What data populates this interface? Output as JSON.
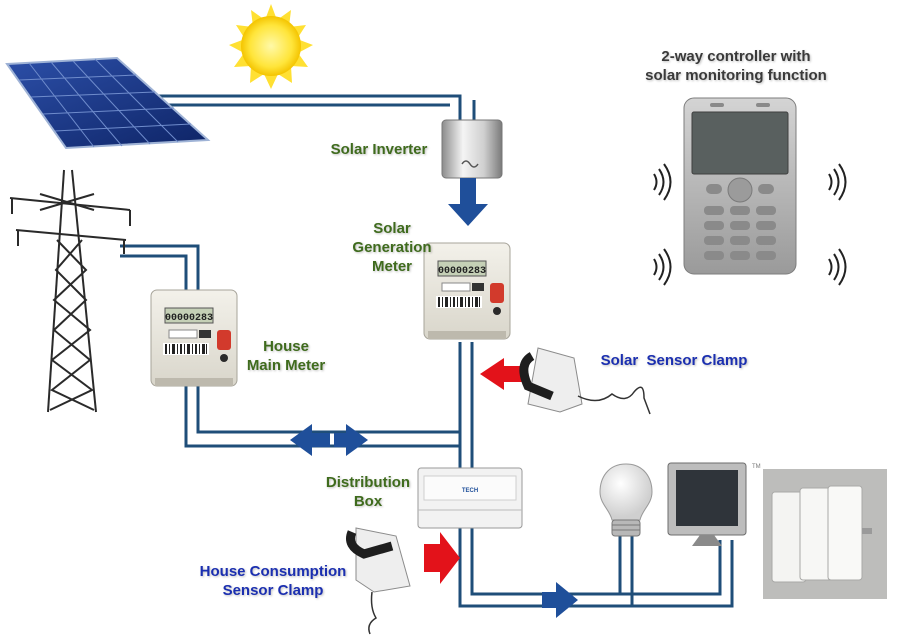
{
  "labels": {
    "controller": [
      "2-way controller with",
      "solar monitoring function"
    ],
    "solar_inverter": "Solar Inverter",
    "solar_generation_meter": [
      "Solar",
      "Generation",
      "Meter"
    ],
    "house_main_meter": [
      "House",
      "Main Meter"
    ],
    "solar_sensor_clamp": "Solar  Sensor Clamp",
    "distribution_box": [
      "Distribution",
      "Box"
    ],
    "house_consumption_clamp": [
      "House Consumption",
      "Sensor Clamp"
    ]
  },
  "meter_display": "00000283",
  "distribution_box_brand": "TECH",
  "tv_mark": "TM",
  "colors": {
    "wire": "#1f4e79",
    "arrow_blue": "#1f4f9a",
    "arrow_red": "#e3121a",
    "label_green": "#3f6b1d",
    "label_blue": "#1b2fb0"
  },
  "icons": [
    "sun-icon",
    "solar-panel-icon",
    "transmission-tower-icon",
    "wifi-signal-icon",
    "light-bulb-icon",
    "tv-monitor-icon"
  ]
}
